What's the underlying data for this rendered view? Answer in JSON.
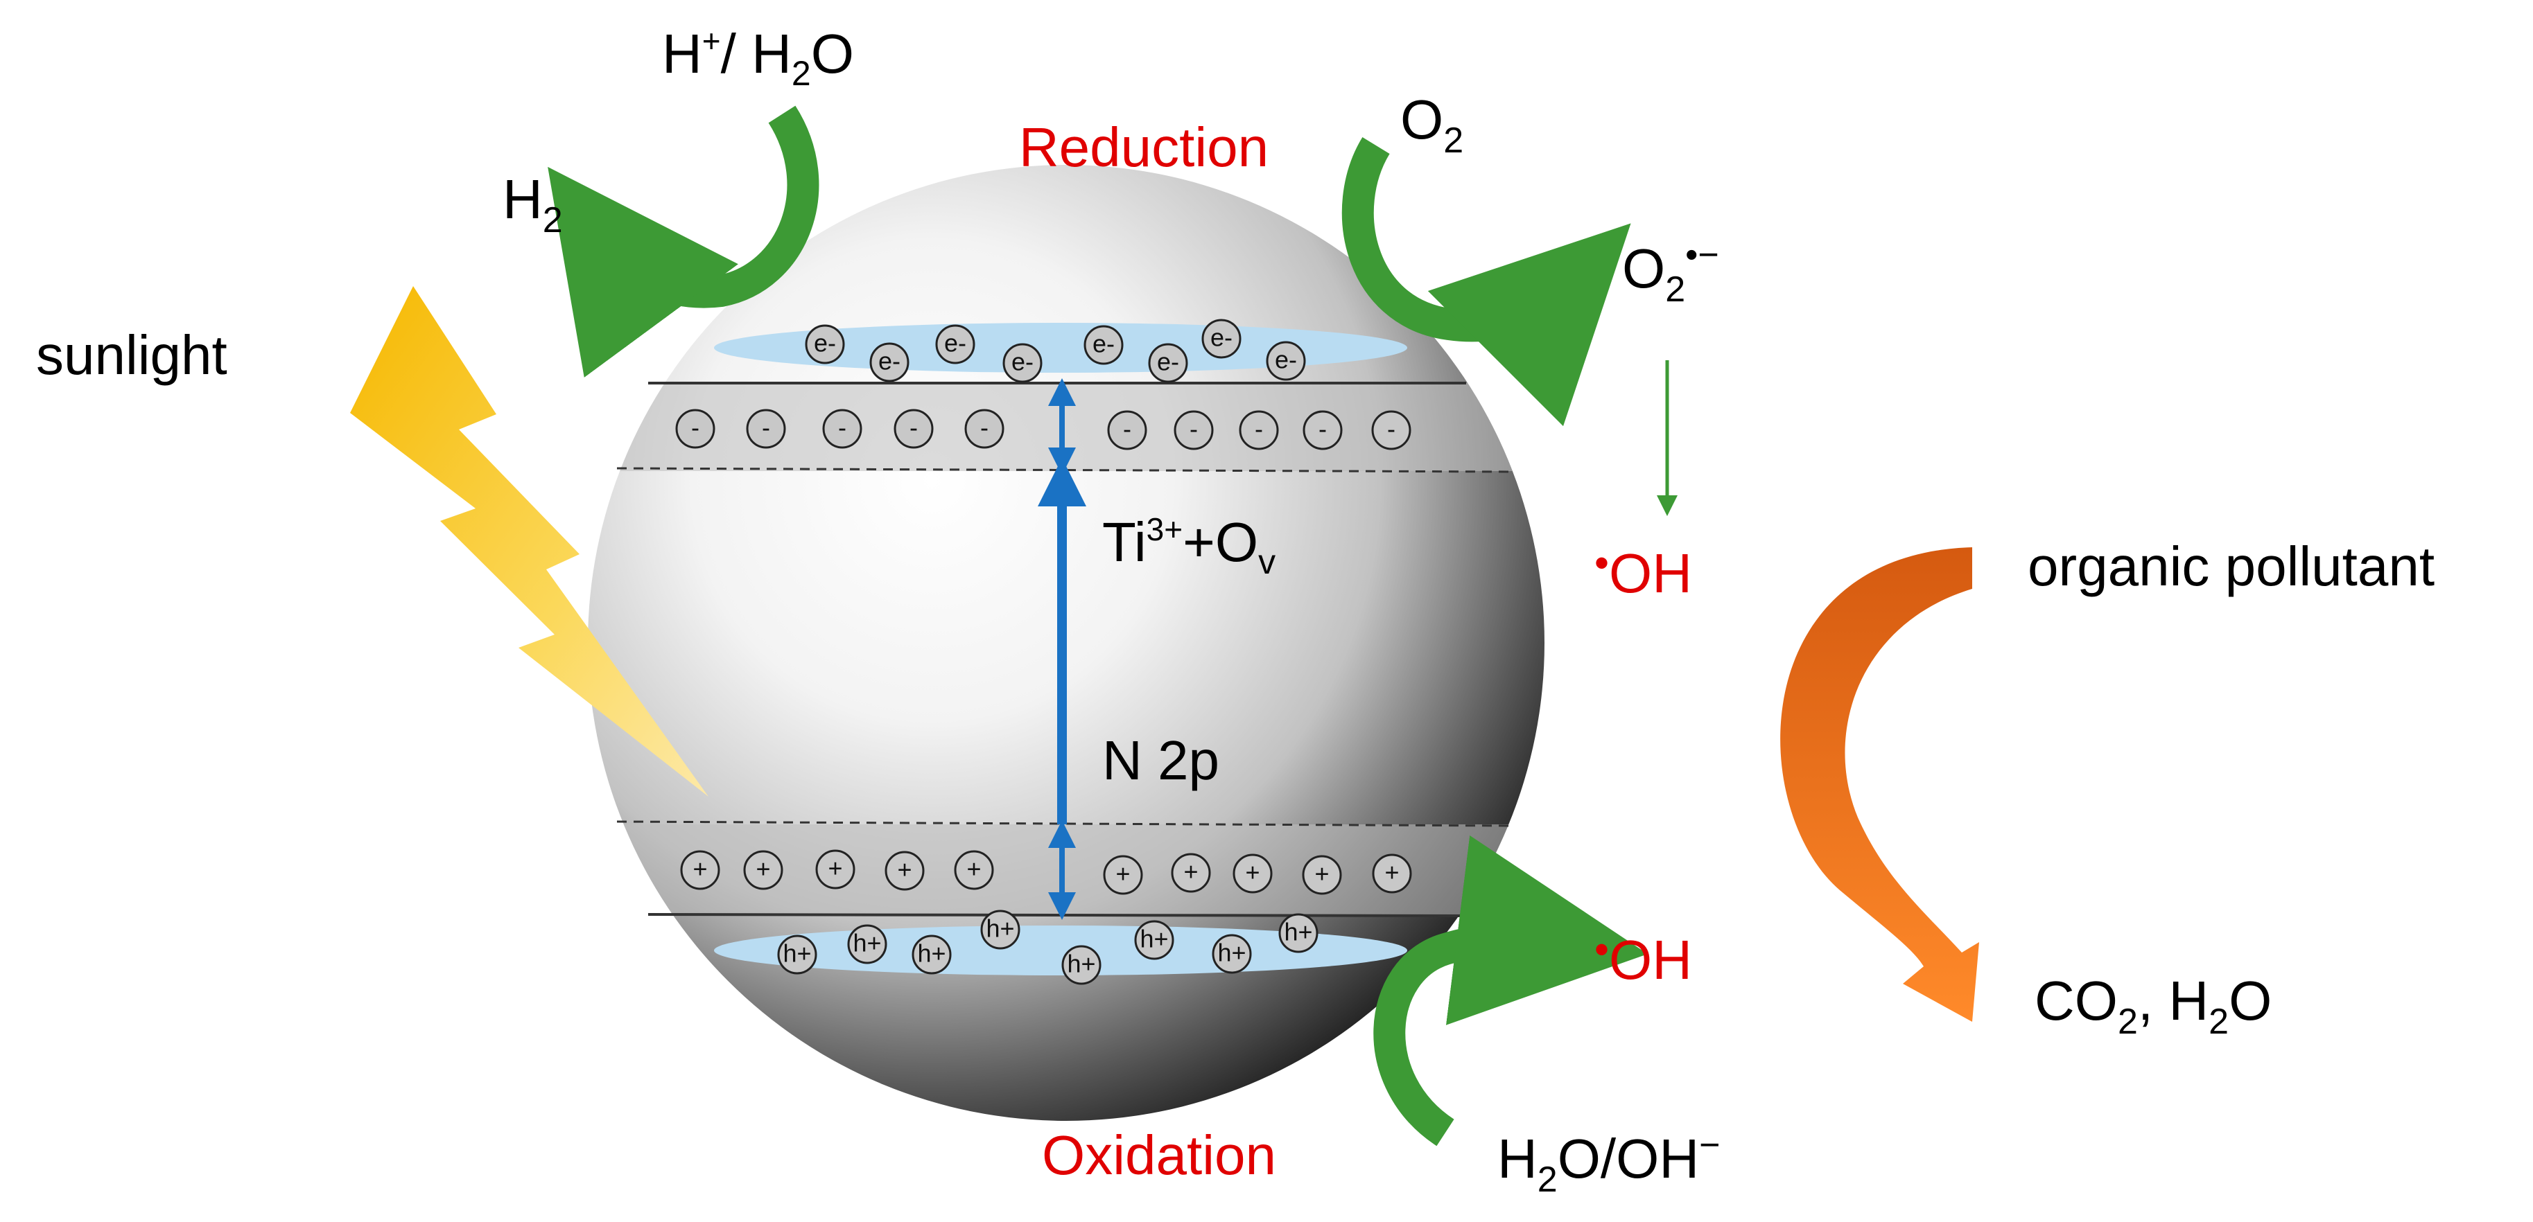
{
  "colors": {
    "red_text": "#e00000",
    "green_arrow": "#3d9a35",
    "orange_arrow": "#f07a20",
    "blue_arrow": "#1a72c4",
    "band_highlight": "#b9dcf2",
    "lightning": "#f5c000"
  },
  "labels": {
    "reduction": "Reduction",
    "oxidation": "Oxidation",
    "sunlight": "sunlight",
    "organic_pollutant": "organic pollutant",
    "intermediate_level": {
      "a": "Ti",
      "a_sup": "3+",
      "b": "+O",
      "b_sub": "v"
    },
    "n2p": "N 2p",
    "h_plus_h2o": {
      "a": "H",
      "a_sup": "+",
      "b": "/ H",
      "b_sub": "2",
      "c": "O"
    },
    "h2": {
      "a": "H",
      "a_sub": "2"
    },
    "o2": {
      "a": "O",
      "a_sub": "2"
    },
    "superoxide": {
      "a": "O",
      "a_sub": "2",
      "a_sup": "•−"
    },
    "oh_radical_top": {
      "dot": "•",
      "a": "OH"
    },
    "oh_radical_bottom": {
      "dot": "•",
      "a": "OH"
    },
    "h2o_oh": {
      "a": "H",
      "a_sub": "2",
      "b": "O/OH",
      "b_sup": "−"
    },
    "co2_h2o": {
      "a": "CO",
      "a_sub": "2",
      "b": ", H",
      "b_sub": "2",
      "c": "O"
    }
  },
  "particles": {
    "electron": "e-",
    "hole": "h+",
    "negative": "-",
    "positive": "+"
  },
  "icons": [
    "lightning-icon",
    "sphere-particle",
    "green-curved-arrow",
    "orange-curved-arrow",
    "blue-double-arrow"
  ]
}
